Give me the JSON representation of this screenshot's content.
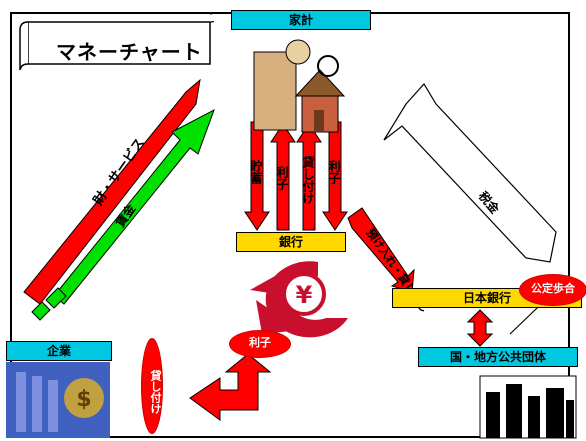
{
  "title": "マネーチャート",
  "nodes": {
    "household": "家計",
    "bank": "銀行",
    "company": "企業",
    "boj": "日本銀行",
    "government": "国・地方公共団体"
  },
  "flows": {
    "savings": "貯蓄",
    "interest_down": "利子",
    "loans_down": "貸し付け",
    "interest_up": "利子",
    "goods_services": "財・サービス",
    "wages": "賃金",
    "taxes": "税金",
    "bank_boj": "預け入れ・貸し出し",
    "interest_company": "利子",
    "loans_company": "貸し付け",
    "official_rate": "公定歩合"
  },
  "icons": {
    "yen_logo": "yen-logo-icon",
    "house": "house-icon",
    "factory": "factory-icon",
    "city": "city-icon"
  },
  "colors": {
    "arrow_red": "#ff0000",
    "arrow_green": "#00e000",
    "cyan_box": "#00c8e0",
    "yellow_box": "#ffd800",
    "logo": "#c8102e"
  }
}
